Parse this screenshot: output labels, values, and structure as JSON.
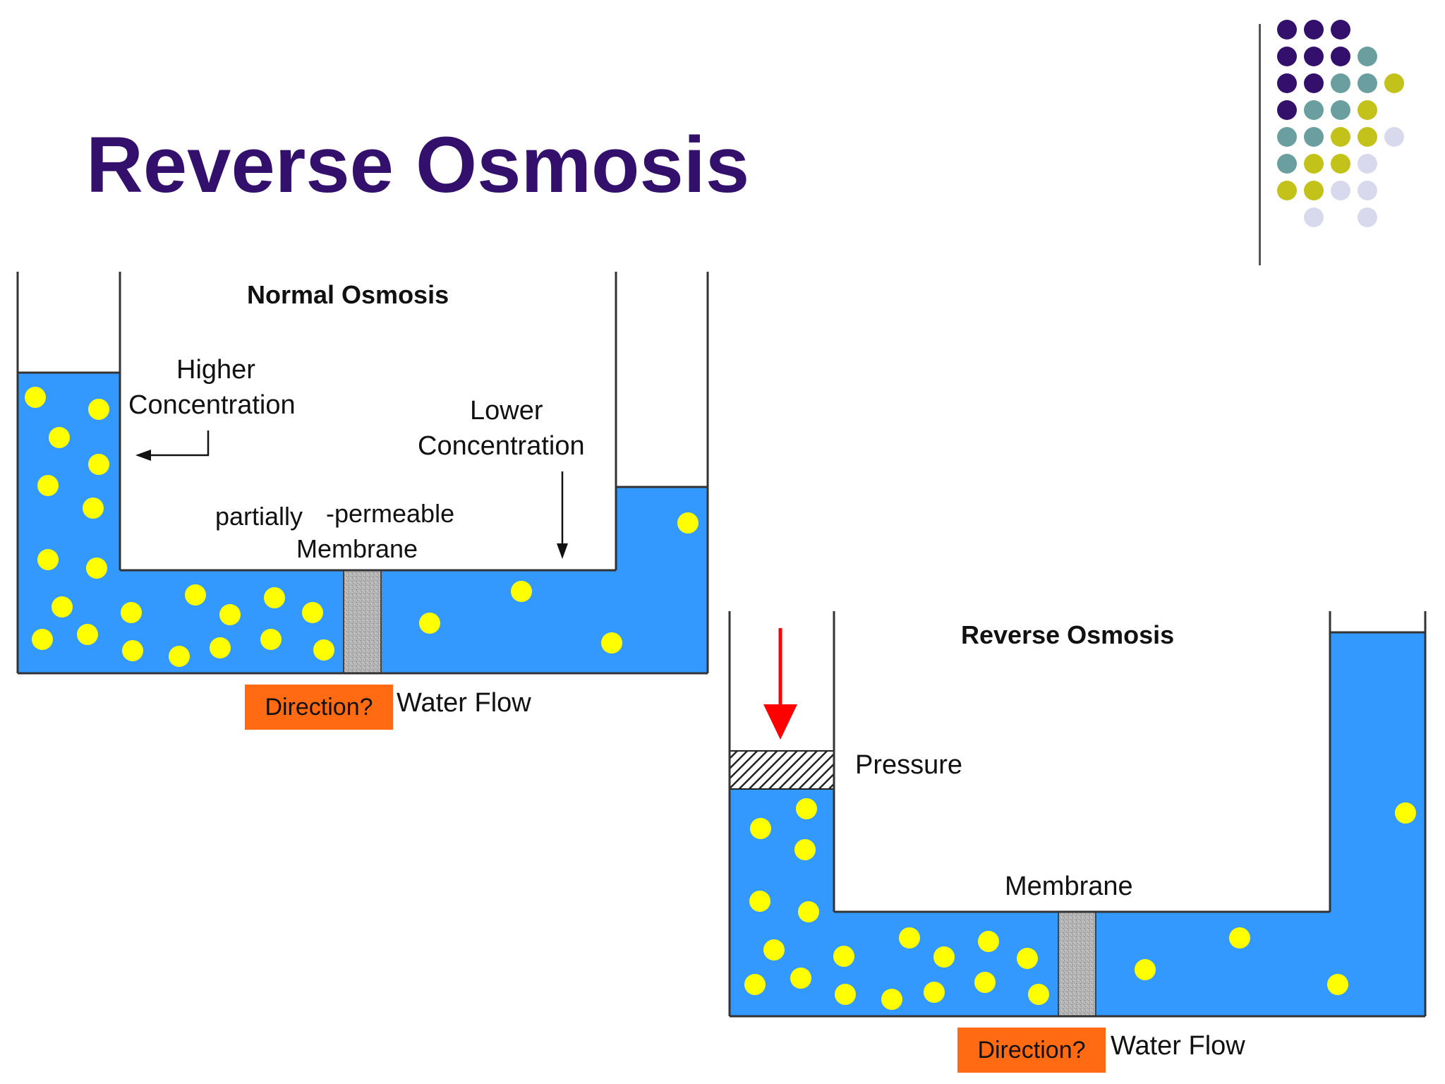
{
  "title": "Reverse Osmosis",
  "palette": {
    "title_color": "#33106b",
    "water": "#3399ff",
    "particle": "#ffff00",
    "badge": "#ff6a13",
    "pressure_arrow": "#ff0000",
    "dot_colors": [
      "#33106b",
      "#6b9e9e",
      "#c2c21a",
      "#d9d9ee"
    ]
  },
  "decor_dot_grid": [
    [
      0,
      0,
      0,
      -1,
      -1
    ],
    [
      0,
      0,
      0,
      1,
      -1
    ],
    [
      0,
      0,
      1,
      1,
      2
    ],
    [
      0,
      1,
      1,
      2,
      -1
    ],
    [
      1,
      1,
      2,
      2,
      3
    ],
    [
      1,
      2,
      2,
      3,
      -1
    ],
    [
      2,
      2,
      3,
      3,
      -1
    ],
    [
      -1,
      3,
      -1,
      3,
      -1
    ]
  ],
  "normal_osmosis": {
    "heading": "Normal Osmosis",
    "higher_line1": "Higher",
    "higher_line2": "Concentration",
    "lower_line1": "Lower",
    "lower_line2": "Concentration",
    "membrane_line1_part1": "partially",
    "membrane_line1_part2": "-permeable",
    "membrane_line2": "Membrane",
    "direction_badge": "Direction?",
    "water_flow": "Water Flow"
  },
  "reverse_osmosis": {
    "heading": "Reverse Osmosis",
    "pressure": "Pressure",
    "membrane": "Membrane",
    "direction_badge": "Direction?",
    "water_flow": "Water Flow"
  }
}
